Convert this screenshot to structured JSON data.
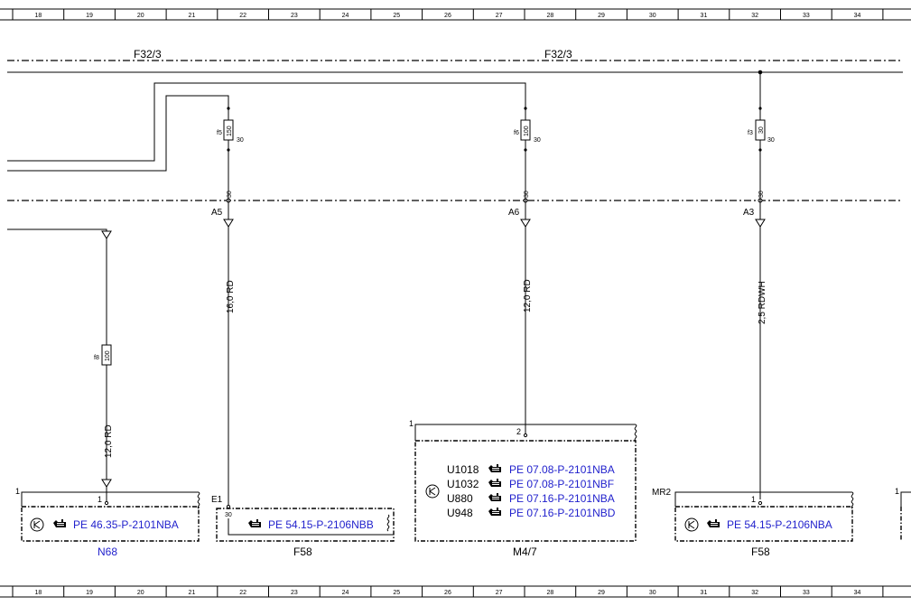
{
  "ruler": {
    "columns": [
      "18",
      "19",
      "20",
      "21",
      "22",
      "23",
      "24",
      "25",
      "26",
      "27",
      "28",
      "29",
      "30",
      "31",
      "32",
      "33",
      "34"
    ]
  },
  "buses": {
    "top_label_left": "F32/3",
    "top_label_right": "F32/3"
  },
  "fuses": [
    {
      "id": "f5",
      "value": "150",
      "rating": "30"
    },
    {
      "id": "f6",
      "value": "100",
      "rating": "30"
    },
    {
      "id": "f3",
      "value": "30",
      "rating": "30"
    },
    {
      "id": "f8",
      "value": "100"
    }
  ],
  "pins": {
    "a5": "A5",
    "a6": "A6",
    "a3": "A3",
    "a5_num": "30",
    "a6_num": "30",
    "a3_num": "30",
    "e1": "E1",
    "e1_pin": "30",
    "mr2": "MR2",
    "n68_pin": "1",
    "n68_corner": "1",
    "m47_pin": "2",
    "m47_corner": "1",
    "f58r_pin": "1",
    "right_corner": "1"
  },
  "wires": {
    "w1": "16,0 RD",
    "w2": "12,0 RD",
    "w3": "2,5 RDWH",
    "w4": "12,0 RD"
  },
  "components": {
    "n68": {
      "ref": "PE 46.35-P-2101NBA",
      "name": "N68"
    },
    "f58_left": {
      "ref": "PE 54.15-P-2106NBB",
      "name": "F58"
    },
    "m47": {
      "name": "M4/7",
      "rows": [
        {
          "code": "U1018",
          "ref": "PE 07.08-P-2101NBA"
        },
        {
          "code": "U1032",
          "ref": "PE 07.08-P-2101NBF"
        },
        {
          "code": "U880",
          "ref": "PE 07.16-P-2101NBA"
        },
        {
          "code": "U948",
          "ref": "PE 07.16-P-2101NBD"
        }
      ]
    },
    "f58_right": {
      "ref": "PE 54.15-P-2106NBA",
      "name": "F58"
    }
  },
  "icons": [
    "ground-symbol-icon",
    "pointing-hand-icon"
  ],
  "colors": {
    "link": "#1f1fcc",
    "line": "#000000"
  }
}
